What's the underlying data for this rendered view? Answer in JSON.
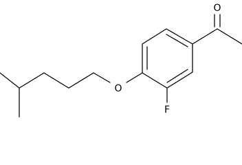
{
  "molecule": {
    "atoms": {
      "oxygen_carbonyl": "O",
      "oxygen_ether": "O",
      "fluorine": "F"
    }
  },
  "colors": {
    "background": "#ffffff",
    "bond": "#000000",
    "label": "#000000"
  }
}
